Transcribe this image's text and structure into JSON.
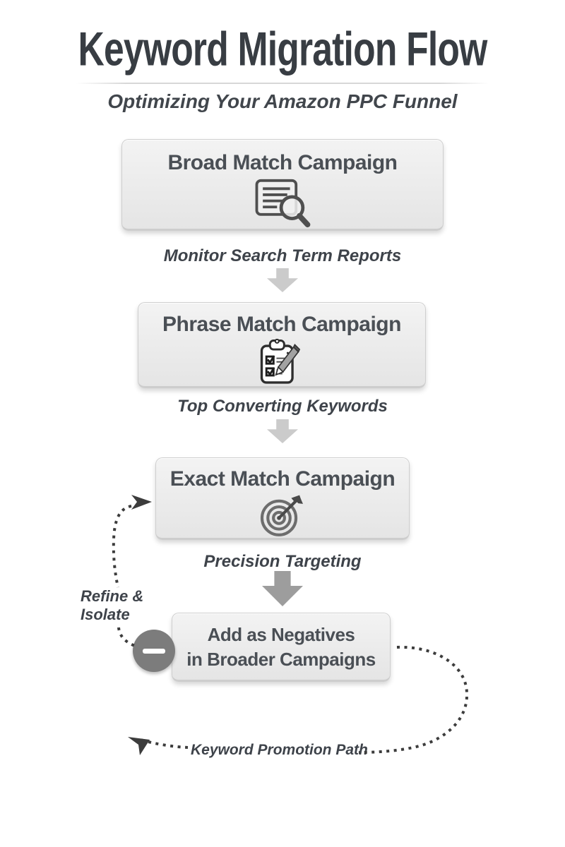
{
  "header": {
    "title": "Keyword Migration Flow",
    "subtitle": "Optimizing Your Amazon PPC Funnel"
  },
  "boxes": [
    {
      "label": "Broad Match Campaign",
      "icon": "search-report-icon"
    },
    {
      "label": "Phrase Match Campaign",
      "icon": "clipboard-pencil-icon"
    },
    {
      "label": "Exact Match Campaign",
      "icon": "target-dart-icon"
    },
    {
      "label_line1": "Add as Negatives",
      "label_line2": "in Broader Campaigns",
      "icon": "minus-circle-icon"
    }
  ],
  "step_labels": [
    {
      "label": "Monitor Search Term Reports"
    },
    {
      "label": "Top Converting Keywords"
    },
    {
      "label": "Precision Targeting"
    }
  ],
  "annotations": {
    "refine_line1": "Refine &",
    "refine_line2": "Isolate",
    "promotion_path": "Keyword Promotion Path"
  },
  "colors": {
    "heading_text": "#3a3f45",
    "box_fill": "#ececec",
    "box_border": "#cfcfcf",
    "arrow_light": "#cbcbcb",
    "arrow_dark": "#9d9d9d",
    "dotted_line": "#3c3c3c",
    "minus_circle": "#7c7c7c"
  }
}
